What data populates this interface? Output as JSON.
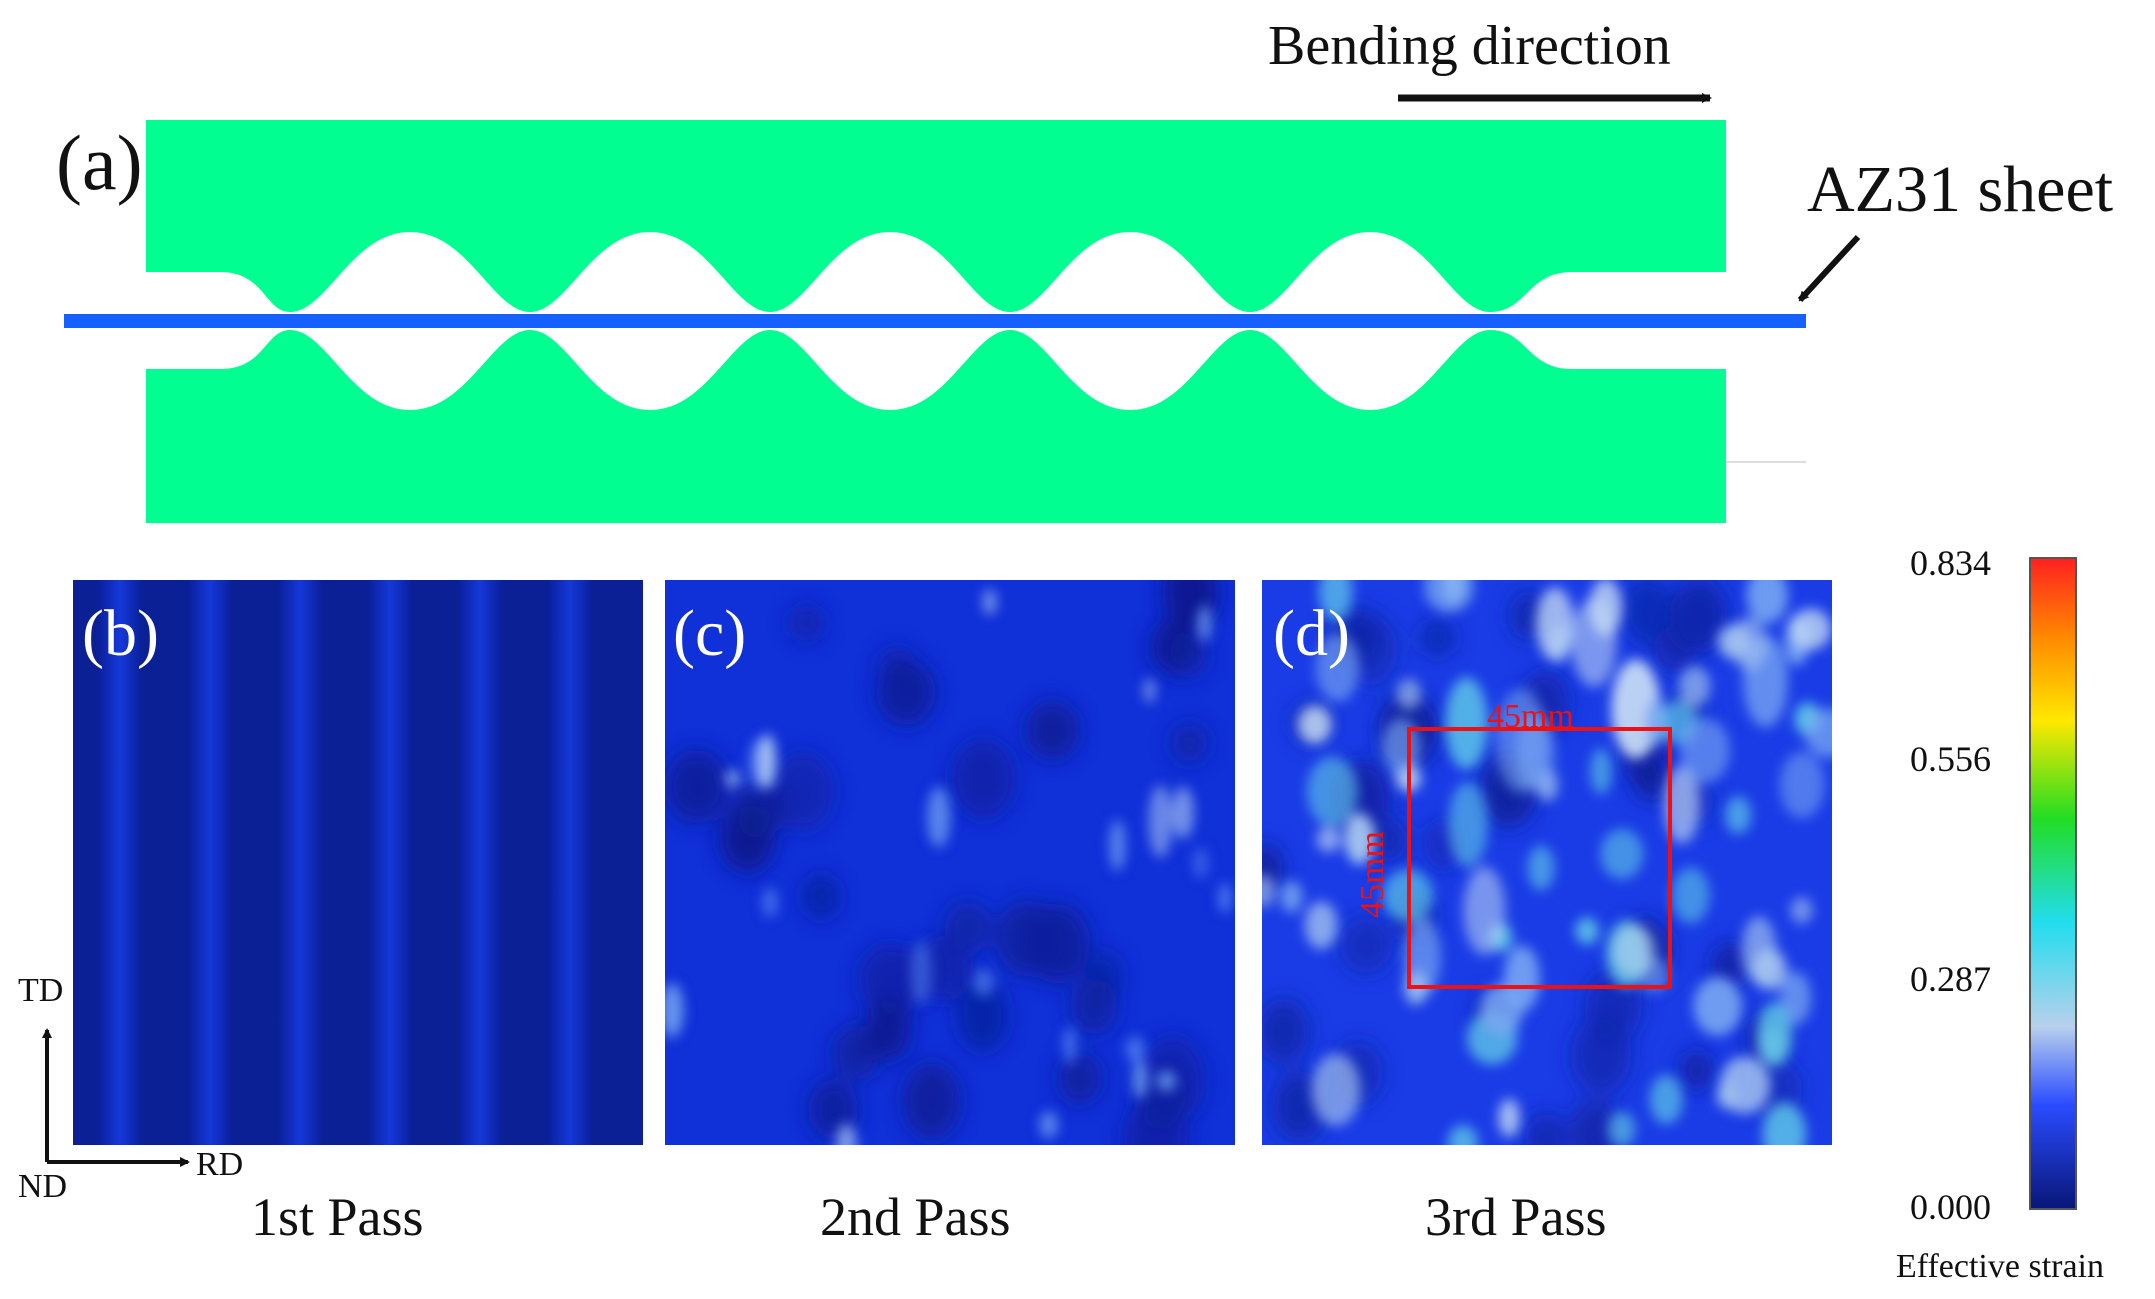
{
  "figure": {
    "panel_a": {
      "label": "(a)",
      "bending_direction_label": "Bending direction",
      "sheet_label": "AZ31 sheet",
      "die_color": "#00ff90",
      "sheet_color": "#1560ff"
    },
    "panels": [
      {
        "label": "(b)",
        "caption": "1st Pass"
      },
      {
        "label": "(c)",
        "caption": "2nd Pass"
      },
      {
        "label": "(d)",
        "caption": "3rd Pass"
      }
    ],
    "axes": {
      "td": "TD",
      "rd": "RD",
      "nd": "ND"
    },
    "measurement": {
      "top": "45mm",
      "side": "45mm",
      "color": "#ee1111"
    },
    "colorbar": {
      "title": "Effective strain",
      "ticks": [
        "0.834",
        "0.556",
        "0.287",
        "0.000"
      ],
      "stops": [
        "#ff2222",
        "#ff8800",
        "#ffee00",
        "#22dd22",
        "#22ddee",
        "#aaccee",
        "#2244ff",
        "#0a1a88"
      ]
    }
  }
}
